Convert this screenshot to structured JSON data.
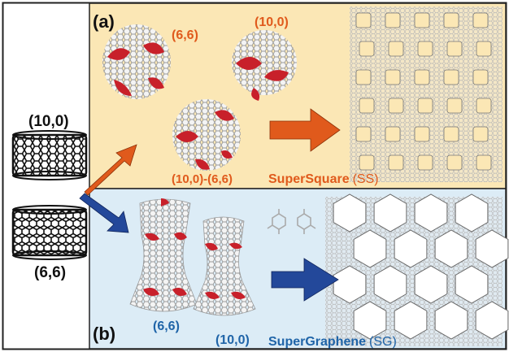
{
  "panels": {
    "a": {
      "letter": "(a)",
      "background": "#fbe7b5",
      "labels": {
        "armchair": "(6,6)",
        "zigzag": "(10,0)",
        "junction": "(10,0)-(6,6)"
      },
      "product": {
        "name": "SuperSquare",
        "abbr": "(SS)"
      },
      "arrow_color": "#e05a1c",
      "label_color": "#e05a1c"
    },
    "b": {
      "letter": "(b)",
      "background": "#dcecf6",
      "labels": {
        "armchair": "(6,6)",
        "zigzag": "(10,0)"
      },
      "product": {
        "name": "SuperGraphene",
        "abbr": "(SG)"
      },
      "arrow_color": "#23489a",
      "label_color": "#1f64a8"
    }
  },
  "left": {
    "top_tube_label": "(10,0)",
    "bottom_tube_label": "(6,6)"
  },
  "colors": {
    "junction_red": "#c8202a",
    "frame": "#222222",
    "tube_dark": "#111111",
    "lattice": "#8a8a8a"
  },
  "icons": [
    "nanotube-zigzag",
    "nanotube-armchair",
    "junction-cluster",
    "bone-junction",
    "small-molecule",
    "square-lattice",
    "hexagonal-lattice",
    "arrow"
  ]
}
